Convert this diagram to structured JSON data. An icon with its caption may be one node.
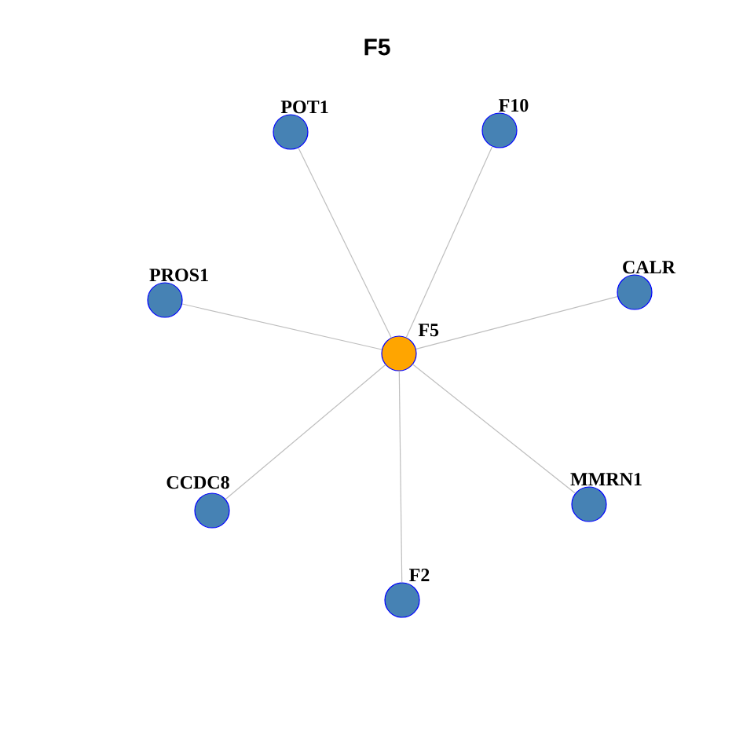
{
  "diagram": {
    "title": "F5",
    "nodes": [
      {
        "text": [
          "F5"
        ]
      },
      {
        "text": [
          "POT1"
        ]
      },
      {
        "text": [
          "F10"
        ]
      },
      {
        "text": [
          "PROS1"
        ]
      },
      {
        "text": [
          "CALR"
        ]
      },
      {
        "text": [
          "CCDC8"
        ]
      },
      {
        "text": [
          "MMRN1"
        ]
      },
      {
        "text": [
          "F2"
        ]
      }
    ],
    "edges": [
      {
        "from": 0,
        "to": 1,
        "arrow": "none"
      },
      {
        "from": 0,
        "to": 2,
        "arrow": "none"
      },
      {
        "from": 0,
        "to": 3,
        "arrow": "none"
      },
      {
        "from": 0,
        "to": 4,
        "arrow": "none"
      },
      {
        "from": 0,
        "to": 5,
        "arrow": "none"
      },
      {
        "from": 0,
        "to": 6,
        "arrow": "none"
      },
      {
        "from": 0,
        "to": 7,
        "arrow": "none"
      }
    ]
  }
}
